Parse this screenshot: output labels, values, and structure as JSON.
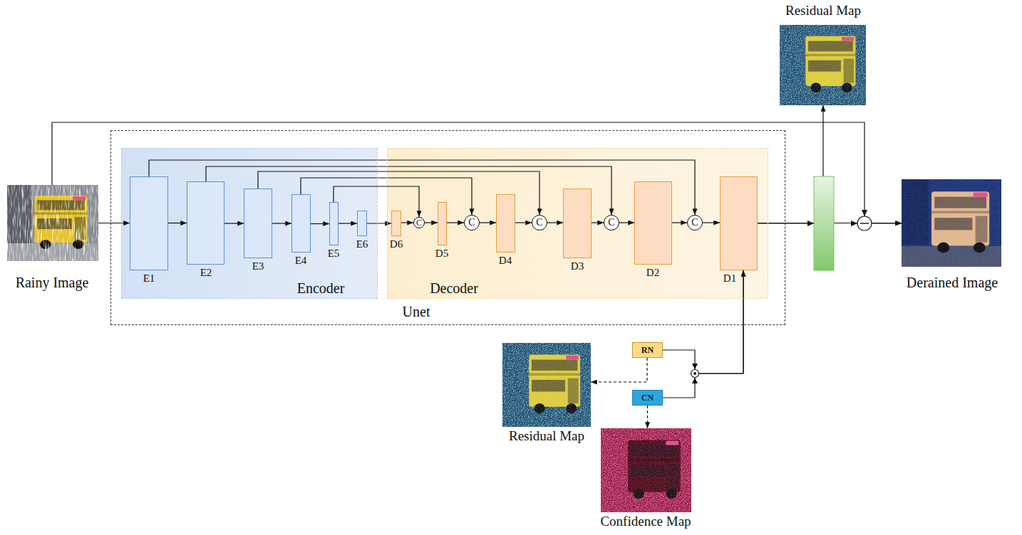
{
  "diagram": {
    "nodes": [
      {
        "text": [
          "Rainy Image"
        ]
      },
      {
        "text": [
          "Unet"
        ]
      },
      {
        "text": [
          "Encoder"
        ],
        "in": 1
      },
      {
        "text": [
          "E1"
        ],
        "in": 2
      },
      {
        "text": [
          "E2"
        ],
        "in": 2
      },
      {
        "text": [
          "E3"
        ],
        "in": 2
      },
      {
        "text": [
          "E4"
        ],
        "in": 2
      },
      {
        "text": [
          "E5"
        ],
        "in": 2
      },
      {
        "text": [
          "E6"
        ],
        "in": 2
      },
      {
        "text": [
          "Decoder"
        ],
        "in": 1
      },
      {
        "text": [
          "D6"
        ],
        "in": 9
      },
      {
        "text": [
          "C"
        ],
        "in": 9
      },
      {
        "text": [
          "D5"
        ],
        "in": 9
      },
      {
        "text": [
          "C"
        ],
        "in": 9
      },
      {
        "text": [
          "D4"
        ],
        "in": 9
      },
      {
        "text": [
          "C"
        ],
        "in": 9
      },
      {
        "text": [
          "D3"
        ],
        "in": 9
      },
      {
        "text": [
          "C"
        ],
        "in": 9
      },
      {
        "text": [
          "D2"
        ],
        "in": 9
      },
      {
        "text": [
          "C"
        ],
        "in": 9
      },
      {
        "text": [
          "D1"
        ],
        "in": 9
      },
      {
        "text": [
          "Residual Map"
        ]
      },
      {
        "text": [
          "Derained Image"
        ]
      },
      {
        "text": [
          "RN"
        ]
      },
      {
        "text": [
          "CN"
        ]
      },
      {
        "text": [
          "Residual Map"
        ]
      },
      {
        "text": [
          "Confidence Map"
        ]
      }
    ],
    "edges": [
      {
        "from": 0,
        "to": 3,
        "arrow": "to"
      },
      {
        "from": 3,
        "to": 4,
        "arrow": "to"
      },
      {
        "from": 4,
        "to": 5,
        "arrow": "to"
      },
      {
        "from": 5,
        "to": 6,
        "arrow": "to"
      },
      {
        "from": 6,
        "to": 7,
        "arrow": "to"
      },
      {
        "from": 7,
        "to": 8,
        "arrow": "to"
      },
      {
        "from": 8,
        "to": 10,
        "arrow": "to"
      },
      {
        "from": 10,
        "to": 11,
        "arrow": "to"
      },
      {
        "from": 11,
        "to": 12,
        "arrow": "to"
      },
      {
        "from": 12,
        "to": 13,
        "arrow": "to"
      },
      {
        "from": 13,
        "to": 14,
        "arrow": "to"
      },
      {
        "from": 14,
        "to": 15,
        "arrow": "to"
      },
      {
        "from": 15,
        "to": 16,
        "arrow": "to"
      },
      {
        "from": 16,
        "to": 17,
        "arrow": "to"
      },
      {
        "from": 17,
        "to": 18,
        "arrow": "to"
      },
      {
        "from": 18,
        "to": 19,
        "arrow": "to"
      },
      {
        "from": 19,
        "to": 20,
        "arrow": "to"
      },
      {
        "from": 3,
        "to": 19,
        "arrow": "to"
      },
      {
        "from": 4,
        "to": 17,
        "arrow": "to"
      },
      {
        "from": 5,
        "to": 15,
        "arrow": "to"
      },
      {
        "from": 6,
        "to": 13,
        "arrow": "to"
      },
      {
        "from": 7,
        "to": 11,
        "arrow": "to"
      },
      {
        "from": 20,
        "to": 21,
        "arrow": "to"
      },
      {
        "from": 20,
        "to": 22,
        "arrow": "to"
      },
      {
        "from": 0,
        "to": 22,
        "arrow": "to"
      },
      {
        "from": 23,
        "to": 20,
        "arrow": "to"
      },
      {
        "from": 24,
        "to": 20,
        "arrow": "to"
      },
      {
        "from": 23,
        "to": 25,
        "arrow": "to"
      },
      {
        "from": 24,
        "to": 26,
        "arrow": "to"
      }
    ]
  }
}
